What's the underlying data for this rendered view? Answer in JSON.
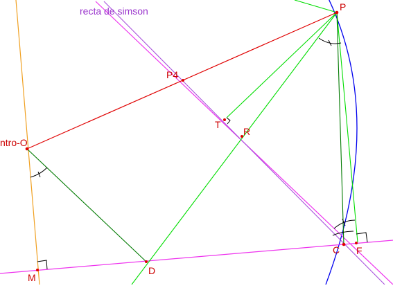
{
  "diagram": {
    "labels": {
      "simson_line": "recta de simson",
      "P": "P",
      "P4": "P4",
      "T": "T",
      "R": "R",
      "centro_O": "ntro-O",
      "D": "D",
      "M": "M",
      "C": "C",
      "F": "F"
    },
    "colors": {
      "red": "#e00000",
      "green": "#00dd00",
      "dark_green": "#007a00",
      "blue": "#0000ee",
      "magenta": "#ee33ee",
      "violet": "#aa55dd",
      "orange": "#f0a020",
      "black": "#000000",
      "simson_text": "#9933cc",
      "point_label": "#cc0000"
    }
  }
}
